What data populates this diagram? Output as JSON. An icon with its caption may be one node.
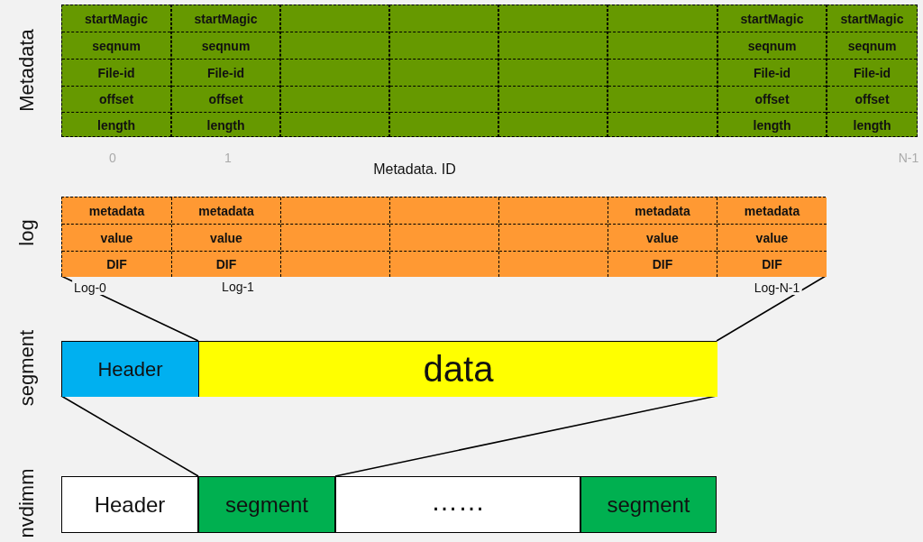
{
  "diagram": {
    "nodes": [
      {
        "text": [
          "startMagic",
          "seqnum",
          "File-id",
          "offset",
          "length"
        ]
      },
      {
        "text": [
          "startMagic",
          "seqnum",
          "File-id",
          "offset",
          "length"
        ]
      },
      {
        "text": [],
        "shape": "box"
      },
      {
        "text": [],
        "shape": "box"
      },
      {
        "text": [],
        "shape": "box"
      },
      {
        "text": [],
        "shape": "box"
      },
      {
        "text": [
          "startMagic",
          "seqnum",
          "File-id",
          "offset",
          "length"
        ]
      },
      {
        "text": [
          "startMagic",
          "seqnum",
          "File-id",
          "offset",
          "length"
        ]
      },
      {
        "text": [],
        "shape": "box"
      },
      {
        "text": [
          "metadata",
          "value",
          "DIF"
        ],
        "in": 8
      },
      {
        "text": [
          "metadata",
          "value",
          "DIF"
        ],
        "in": 8
      },
      {
        "text": [],
        "shape": "box",
        "in": 8
      },
      {
        "text": [],
        "shape": "box",
        "in": 8
      },
      {
        "text": [],
        "shape": "box",
        "in": 8
      },
      {
        "text": [
          "metadata",
          "value",
          "DIF"
        ],
        "in": 8
      },
      {
        "text": [
          "metadata",
          "value",
          "DIF"
        ],
        "in": 8
      },
      {
        "text": [],
        "shape": "box"
      },
      {
        "text": [
          "Header"
        ],
        "in": 16
      },
      {
        "text": [
          "data"
        ],
        "in": 16
      },
      {
        "text": [
          "Header"
        ]
      },
      {
        "text": [
          "segment"
        ]
      },
      {
        "text": [
          "……"
        ]
      },
      {
        "text": [
          "segment"
        ]
      }
    ],
    "edges": [
      {
        "from": 8,
        "to": 18,
        "arrow": "none"
      },
      {
        "from": 8,
        "to": 18,
        "arrow": "none"
      },
      {
        "from": 16,
        "to": 20,
        "arrow": "none"
      },
      {
        "from": 16,
        "to": 20,
        "arrow": "none"
      }
    ],
    "labels": [
      "Metadata",
      "0",
      "1",
      "N-1",
      "Metadata. ID",
      "log",
      "Log-0",
      "Log-1",
      "Log-N-1",
      "segment",
      "nvdimm"
    ]
  }
}
